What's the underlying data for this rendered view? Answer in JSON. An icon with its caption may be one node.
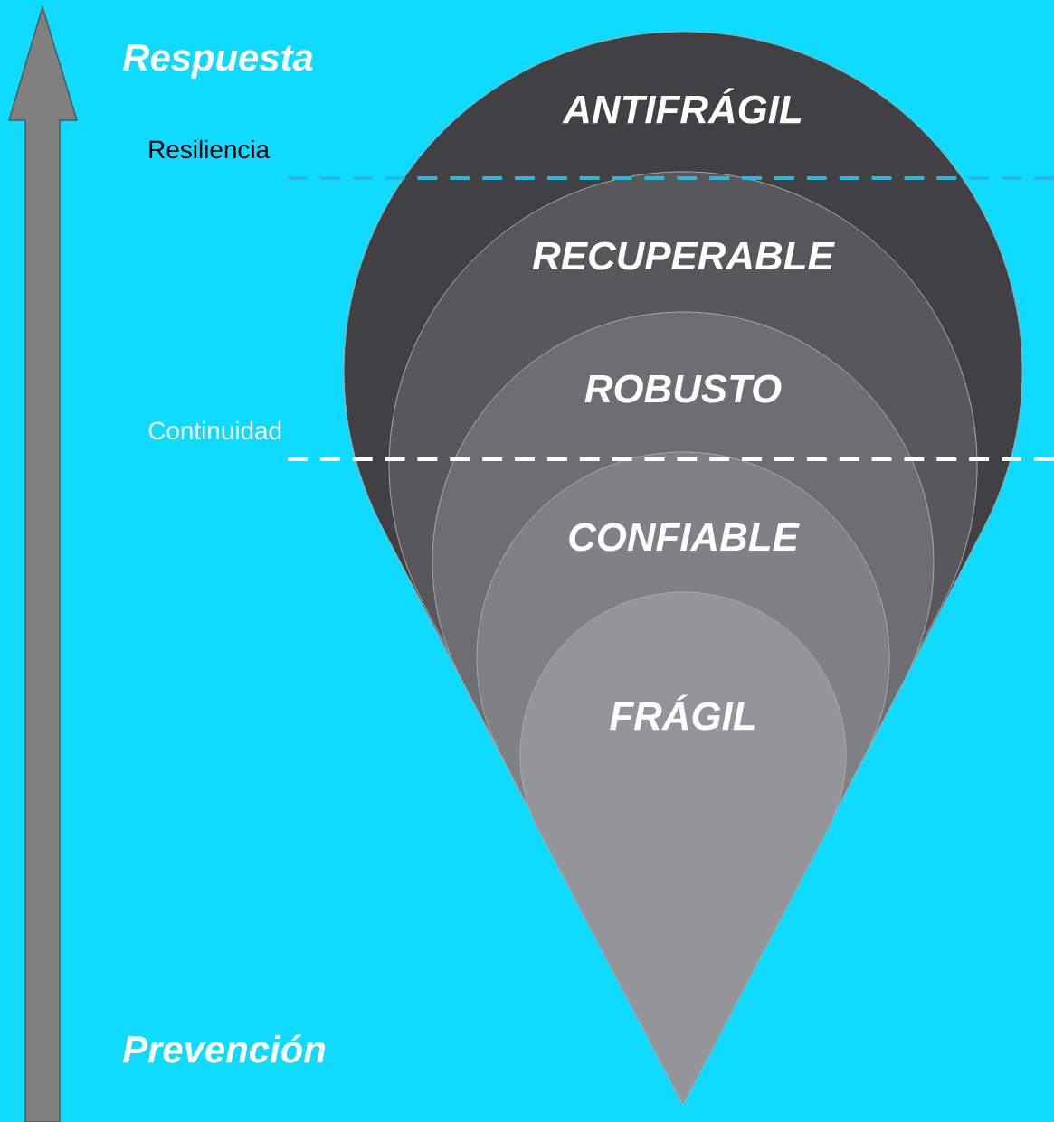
{
  "diagram": {
    "nodes": [
      {
        "text": [
          "ANTIFRÁGIL"
        ]
      },
      {
        "text": [
          "RECUPERABLE"
        ],
        "in": 0
      },
      {
        "text": [
          "ROBUSTO"
        ],
        "in": 1
      },
      {
        "text": [
          "CONFIABLE"
        ],
        "in": 2
      },
      {
        "text": [
          "FRÁGIL"
        ],
        "in": 3
      }
    ],
    "labels": [
      "Respuesta",
      "Resiliencia",
      "Continuidad",
      "Prevención"
    ]
  }
}
